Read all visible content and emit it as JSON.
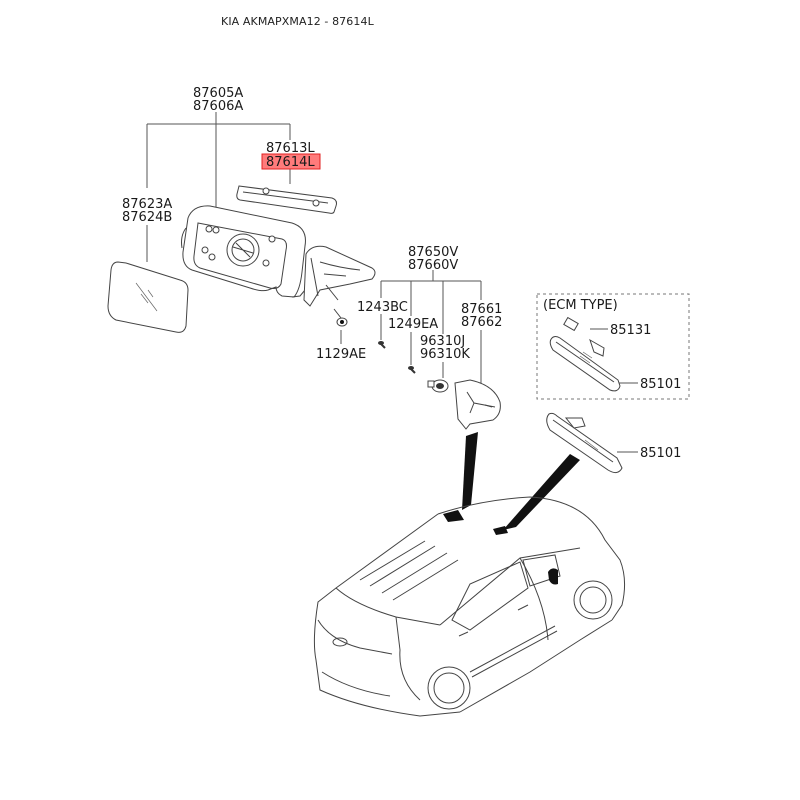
{
  "title": "KIA AKMAPXMA12 - 87614L",
  "highlight_color": "#ff7b7b",
  "parts": {
    "mirror_assembly": [
      "87605A",
      "87606A"
    ],
    "cover_cap": [
      "87613L",
      "87614L"
    ],
    "mirror_glass": [
      "87623A",
      "87624B"
    ],
    "bolt_1129": "1129AE",
    "cover_set": [
      "87650V",
      "87660V"
    ],
    "screw_1243": "1243BC",
    "screw_1249": "1249EA",
    "lamp": [
      "96310J",
      "96310K"
    ],
    "garnish": [
      "87661",
      "87662"
    ],
    "ecm_group_label": "(ECM TYPE)",
    "ecm_sensor": "85131",
    "ecm_rear_mirror": "85101",
    "rear_mirror": "85101"
  },
  "highlighted_part": "87614L"
}
